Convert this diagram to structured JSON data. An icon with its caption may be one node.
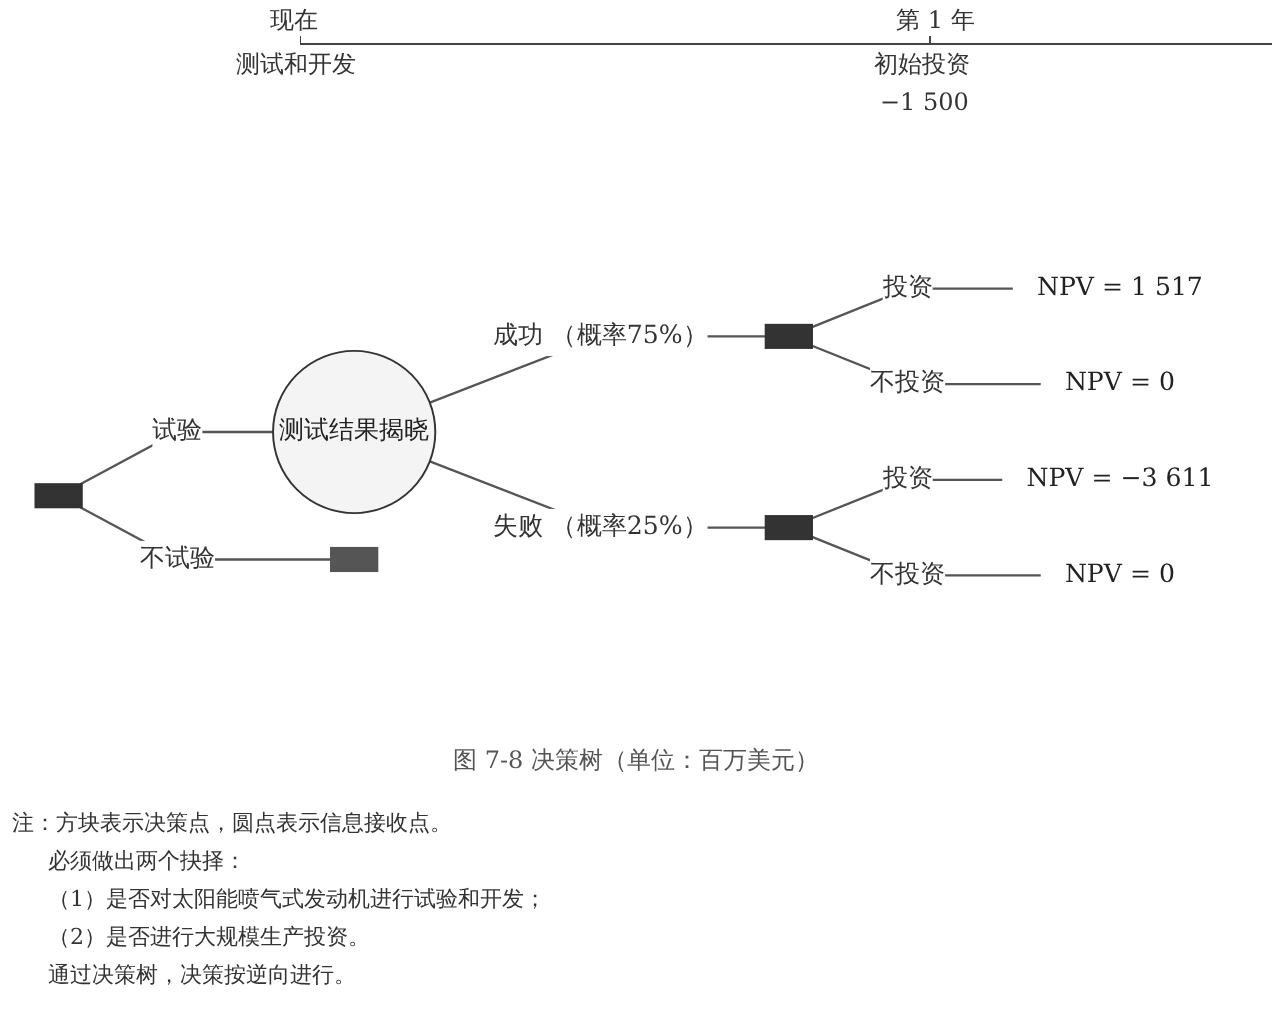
{
  "diagram": {
    "caption": "图 7-8 决策树（单位：百万美元）",
    "nodes": [
      {
        "text": [],
        "shape": "box"
      },
      {
        "text": [
          "测试结果揭晓"
        ]
      },
      {
        "text": [],
        "shape": "box"
      },
      {
        "text": [],
        "shape": "box"
      },
      {
        "text": [
          "NPV = 1 517"
        ]
      },
      {
        "text": [
          "NPV = 0"
        ]
      },
      {
        "text": [
          "NPV = −3 611"
        ]
      },
      {
        "text": [
          "NPV = 0"
        ]
      },
      {
        "text": [],
        "shape": "bar"
      }
    ],
    "edges": [
      {
        "from": 0,
        "to": 1,
        "arrow": "none",
        "label": "试验"
      },
      {
        "from": 0,
        "to": 8,
        "arrow": "none",
        "label": "不试验"
      },
      {
        "from": 1,
        "to": 2,
        "arrow": "none",
        "label": "成功 （概率75%）"
      },
      {
        "from": 1,
        "to": 3,
        "arrow": "none",
        "label": "失败 （概率25%）"
      },
      {
        "from": 2,
        "to": 4,
        "arrow": "none",
        "label": "投资"
      },
      {
        "from": 2,
        "to": 5,
        "arrow": "none",
        "label": "不投资"
      },
      {
        "from": 3,
        "to": 6,
        "arrow": "none",
        "label": "投资"
      },
      {
        "from": 3,
        "to": 7,
        "arrow": "none",
        "label": "不投资"
      }
    ],
    "labels": [
      "现在",
      "第 1 年",
      "测试和开发",
      "初始投资",
      "−1 500",
      "注：方块表示决策点，圆点表示信息接收点。",
      "必须做出两个抉择：",
      "（1）是否对太阳能喷气式发动机进行试验和开发；",
      "（2）是否进行大规模生产投资。",
      "通过决策树，决策按逆向进行。"
    ]
  }
}
